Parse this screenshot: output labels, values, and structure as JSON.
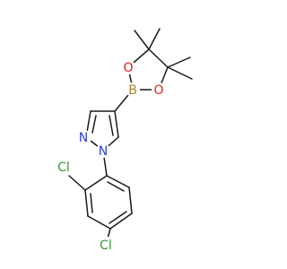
{
  "molecule": {
    "atoms": {
      "boron": {
        "label": "B",
        "color": "#a8862a"
      },
      "oxygen_top": {
        "label": "O",
        "color": "#e0241b"
      },
      "oxygen_bottom": {
        "label": "O",
        "color": "#e0241b"
      },
      "nitrogen_imine": {
        "label": "N",
        "color": "#2f3fd6"
      },
      "nitrogen_substituted": {
        "label": "N",
        "color": "#2f3fd6"
      },
      "chlorine_ortho": {
        "label": "Cl",
        "color": "#2f9a2f"
      },
      "chlorine_para": {
        "label": "Cl",
        "color": "#2f9a2f"
      }
    },
    "bond_color": "#1a1a1a"
  }
}
